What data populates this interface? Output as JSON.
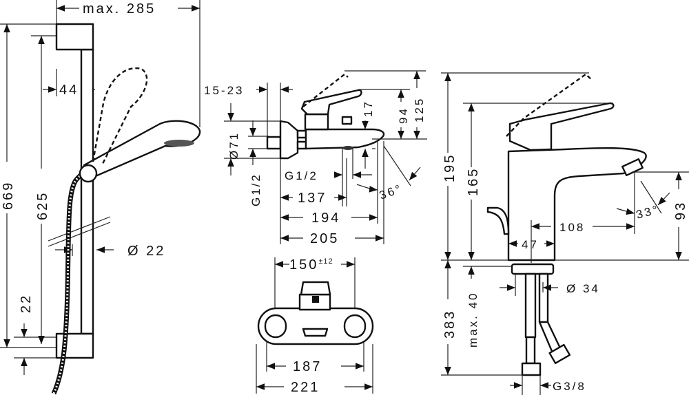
{
  "title": "Technical dimension drawing: shower rail set, bath mixer and basin mixer",
  "shower_rail": {
    "width_max": "max. 285",
    "height_total": "669",
    "height_inner": "625",
    "bracket_width": "44",
    "rail_diameter": "Ø 22",
    "bottom_offset": "22"
  },
  "bath_mixer_side": {
    "wall_distance": "15-23",
    "rosette_diameter": "Ø71",
    "inlet_thread": "G1/2",
    "outlet_thread": "G1/2",
    "spout_drop": "17",
    "lever_height": "94",
    "lever_height_max": "125",
    "depth_1": "137",
    "depth_2": "194",
    "depth_3": "205",
    "spout_angle": "36°"
  },
  "bath_mixer_front": {
    "centres": "150",
    "centres_tolerance": "±12",
    "width_body": "187",
    "width_total": "221"
  },
  "basin_mixer": {
    "height_max": "195",
    "height": "165",
    "spout_reach": "108",
    "body_width": "47",
    "spout_angle": "33°",
    "spout_height": "93",
    "shank_diameter": "Ø 34",
    "hose_length": "383",
    "deck_thickness": "max. 40",
    "connection_thread": "G3/8"
  }
}
